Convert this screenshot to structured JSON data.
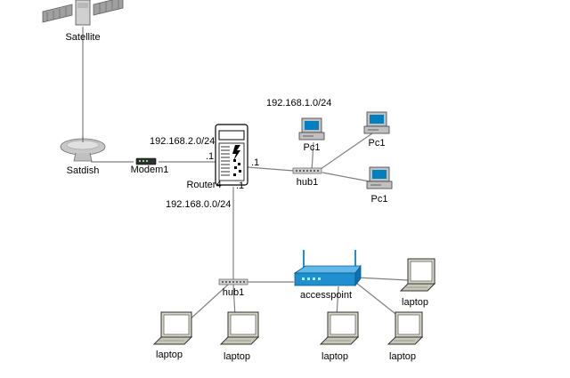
{
  "diagram": {
    "nodes": [
      {
        "id": "satellite",
        "label": "Satellite",
        "icon": "satellite-icon"
      },
      {
        "id": "satdish",
        "label": "Satdish",
        "icon": "satellite-dish-icon"
      },
      {
        "id": "modem1",
        "label": "Modem1",
        "icon": "modem-icon"
      },
      {
        "id": "router4",
        "label": "Router4",
        "icon": "router-icon"
      },
      {
        "id": "hub_top",
        "label": "hub1",
        "icon": "hub-icon"
      },
      {
        "id": "pc1_a",
        "label": "Pc1",
        "icon": "desktop-pc-icon"
      },
      {
        "id": "pc1_b",
        "label": "Pc1",
        "icon": "desktop-pc-icon"
      },
      {
        "id": "pc1_c",
        "label": "Pc1",
        "icon": "desktop-pc-icon"
      },
      {
        "id": "hub_bottom",
        "label": "hub1",
        "icon": "hub-icon"
      },
      {
        "id": "accesspoint",
        "label": "accesspoint",
        "icon": "wireless-access-point-icon"
      },
      {
        "id": "laptop_1",
        "label": "laptop",
        "icon": "laptop-icon"
      },
      {
        "id": "laptop_2",
        "label": "laptop",
        "icon": "laptop-icon"
      },
      {
        "id": "laptop_3",
        "label": "laptop",
        "icon": "laptop-icon"
      },
      {
        "id": "laptop_4",
        "label": "laptop",
        "icon": "laptop-icon"
      },
      {
        "id": "laptop_5",
        "label": "laptop",
        "icon": "laptop-icon"
      }
    ],
    "links": [
      {
        "from": "satellite",
        "to": "satdish"
      },
      {
        "from": "satdish",
        "to": "modem1"
      },
      {
        "from": "modem1",
        "to": "router4"
      },
      {
        "from": "router4",
        "to": "hub_top"
      },
      {
        "from": "hub_top",
        "to": "pc1_a"
      },
      {
        "from": "hub_top",
        "to": "pc1_b"
      },
      {
        "from": "hub_top",
        "to": "pc1_c"
      },
      {
        "from": "router4",
        "to": "hub_bottom"
      },
      {
        "from": "hub_bottom",
        "to": "accesspoint"
      },
      {
        "from": "hub_bottom",
        "to": "laptop_1"
      },
      {
        "from": "hub_bottom",
        "to": "laptop_2"
      },
      {
        "from": "accesspoint",
        "to": "laptop_3"
      },
      {
        "from": "accesspoint",
        "to": "laptop_4"
      },
      {
        "from": "accesspoint",
        "to": "laptop_5"
      }
    ],
    "annotations": {
      "net_wan": "192.168.2.0/24",
      "net_lan_pc": "192.168.1.0/24",
      "net_lan_wifi": "192.168.0.0/24",
      "if_wan": ".1",
      "if_pc": ".1",
      "if_wifi": ".1"
    },
    "colors": {
      "link": "#808080",
      "device_gray": "#c0c0c0",
      "device_dark": "#404040",
      "pc_screen": "#0080c0",
      "accesspoint_blue": "#1e90d0",
      "laptop_body": "#d8d8c8"
    }
  }
}
